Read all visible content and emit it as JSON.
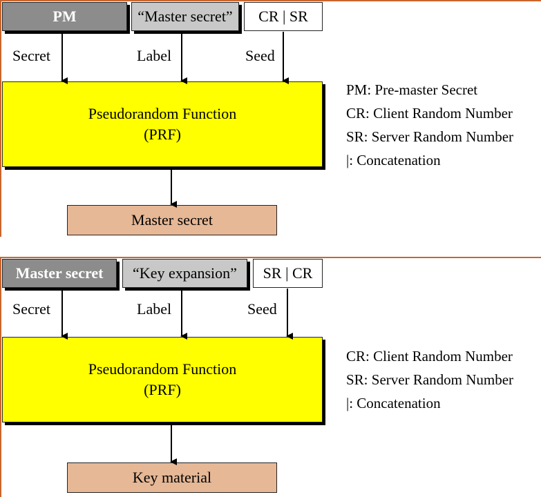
{
  "top": {
    "inputs": {
      "secret": "PM",
      "label": "“Master secret”",
      "seed": "CR | SR"
    },
    "arrow_labels": {
      "secret": "Secret",
      "label": "Label",
      "seed": "Seed"
    },
    "prf": {
      "line1": "Pseudorandom Function",
      "line2": "(PRF)"
    },
    "output": "Master secret",
    "legend": [
      "PM: Pre-master Secret",
      "CR: Client Random Number",
      "SR: Server Random Number",
      "|: Concatenation"
    ]
  },
  "bottom": {
    "inputs": {
      "secret": "Master secret",
      "label": "“Key expansion”",
      "seed": "SR | CR"
    },
    "arrow_labels": {
      "secret": "Secret",
      "label": "Label",
      "seed": "Seed"
    },
    "prf": {
      "line1": "Pseudorandom Function",
      "line2": "(PRF)"
    },
    "output": "Key material",
    "legend": [
      "CR: Client Random Number",
      "SR: Server Random Number",
      "|: Concatenation"
    ]
  }
}
